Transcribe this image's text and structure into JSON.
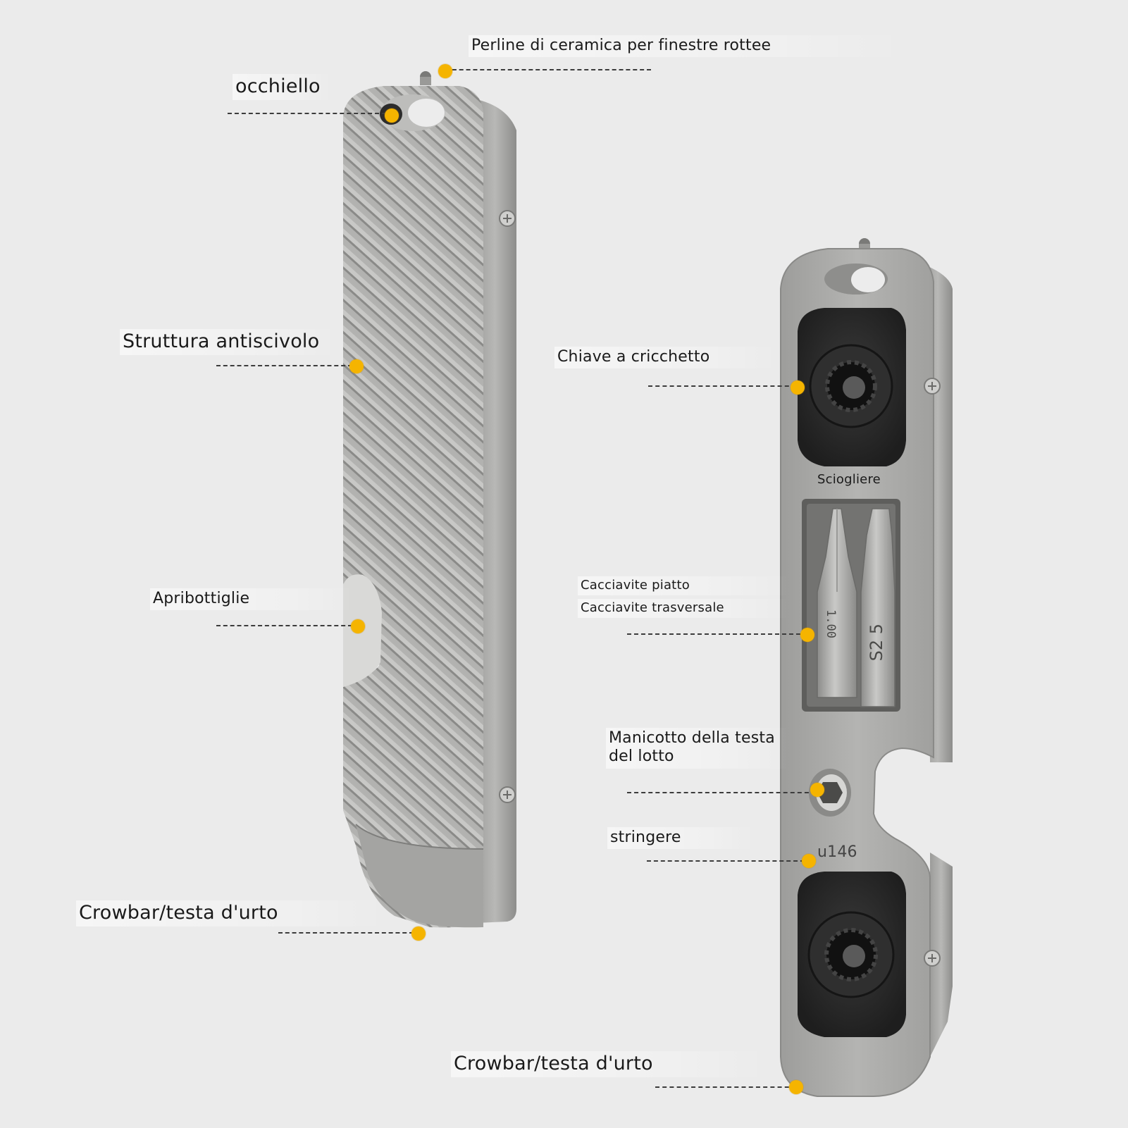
{
  "labels": {
    "ceramic_beads": "Perline di ceramica per finestre rottee",
    "eyelet": "occhiello",
    "anti_slip": "Struttura antiscivolo",
    "bottle_opener": "Apribottiglie",
    "crowbar_left": "Crowbar/testa d'urto",
    "ratchet": "Chiave a cricchetto",
    "loosen": "Sciogliere",
    "flat_screwdriver": "Cacciavite piatto",
    "cross_screwdriver": "Cacciavite trasversale",
    "bit_sleeve": "Manicotto della testa del lotto",
    "tighten": "stringere",
    "model_code": "u146",
    "crowbar_right": "Crowbar/testa d'urto"
  },
  "bit_markings": {
    "flat_bit": "1.00",
    "cross_bit": "S2 5"
  },
  "colors": {
    "background": "#ececec",
    "metal": "#a9a9a7",
    "metal_dark": "#8e8e8c",
    "rubber_pad": "#262626",
    "marker_dot": "#f5b400",
    "leader_line": "#3c3c3c"
  }
}
